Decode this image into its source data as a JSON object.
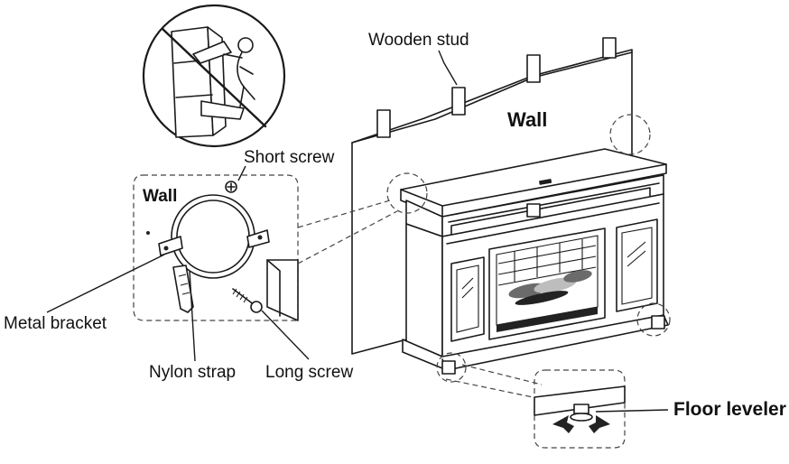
{
  "labels": {
    "wooden_stud": "Wooden stud",
    "wall_main": "Wall",
    "short_screw": "Short screw",
    "wall_detail": "Wall",
    "metal_bracket": "Metal bracket",
    "nylon_strap": "Nylon strap",
    "long_screw": "Long screw",
    "floor_leveler": "Floor leveler"
  },
  "icons": {
    "warning": "no-tipping-prohibition-icon",
    "leveler_arrows": "rotate-arrows-icon"
  },
  "colors": {
    "line": "#1a1a1a",
    "background": "#ffffff"
  }
}
